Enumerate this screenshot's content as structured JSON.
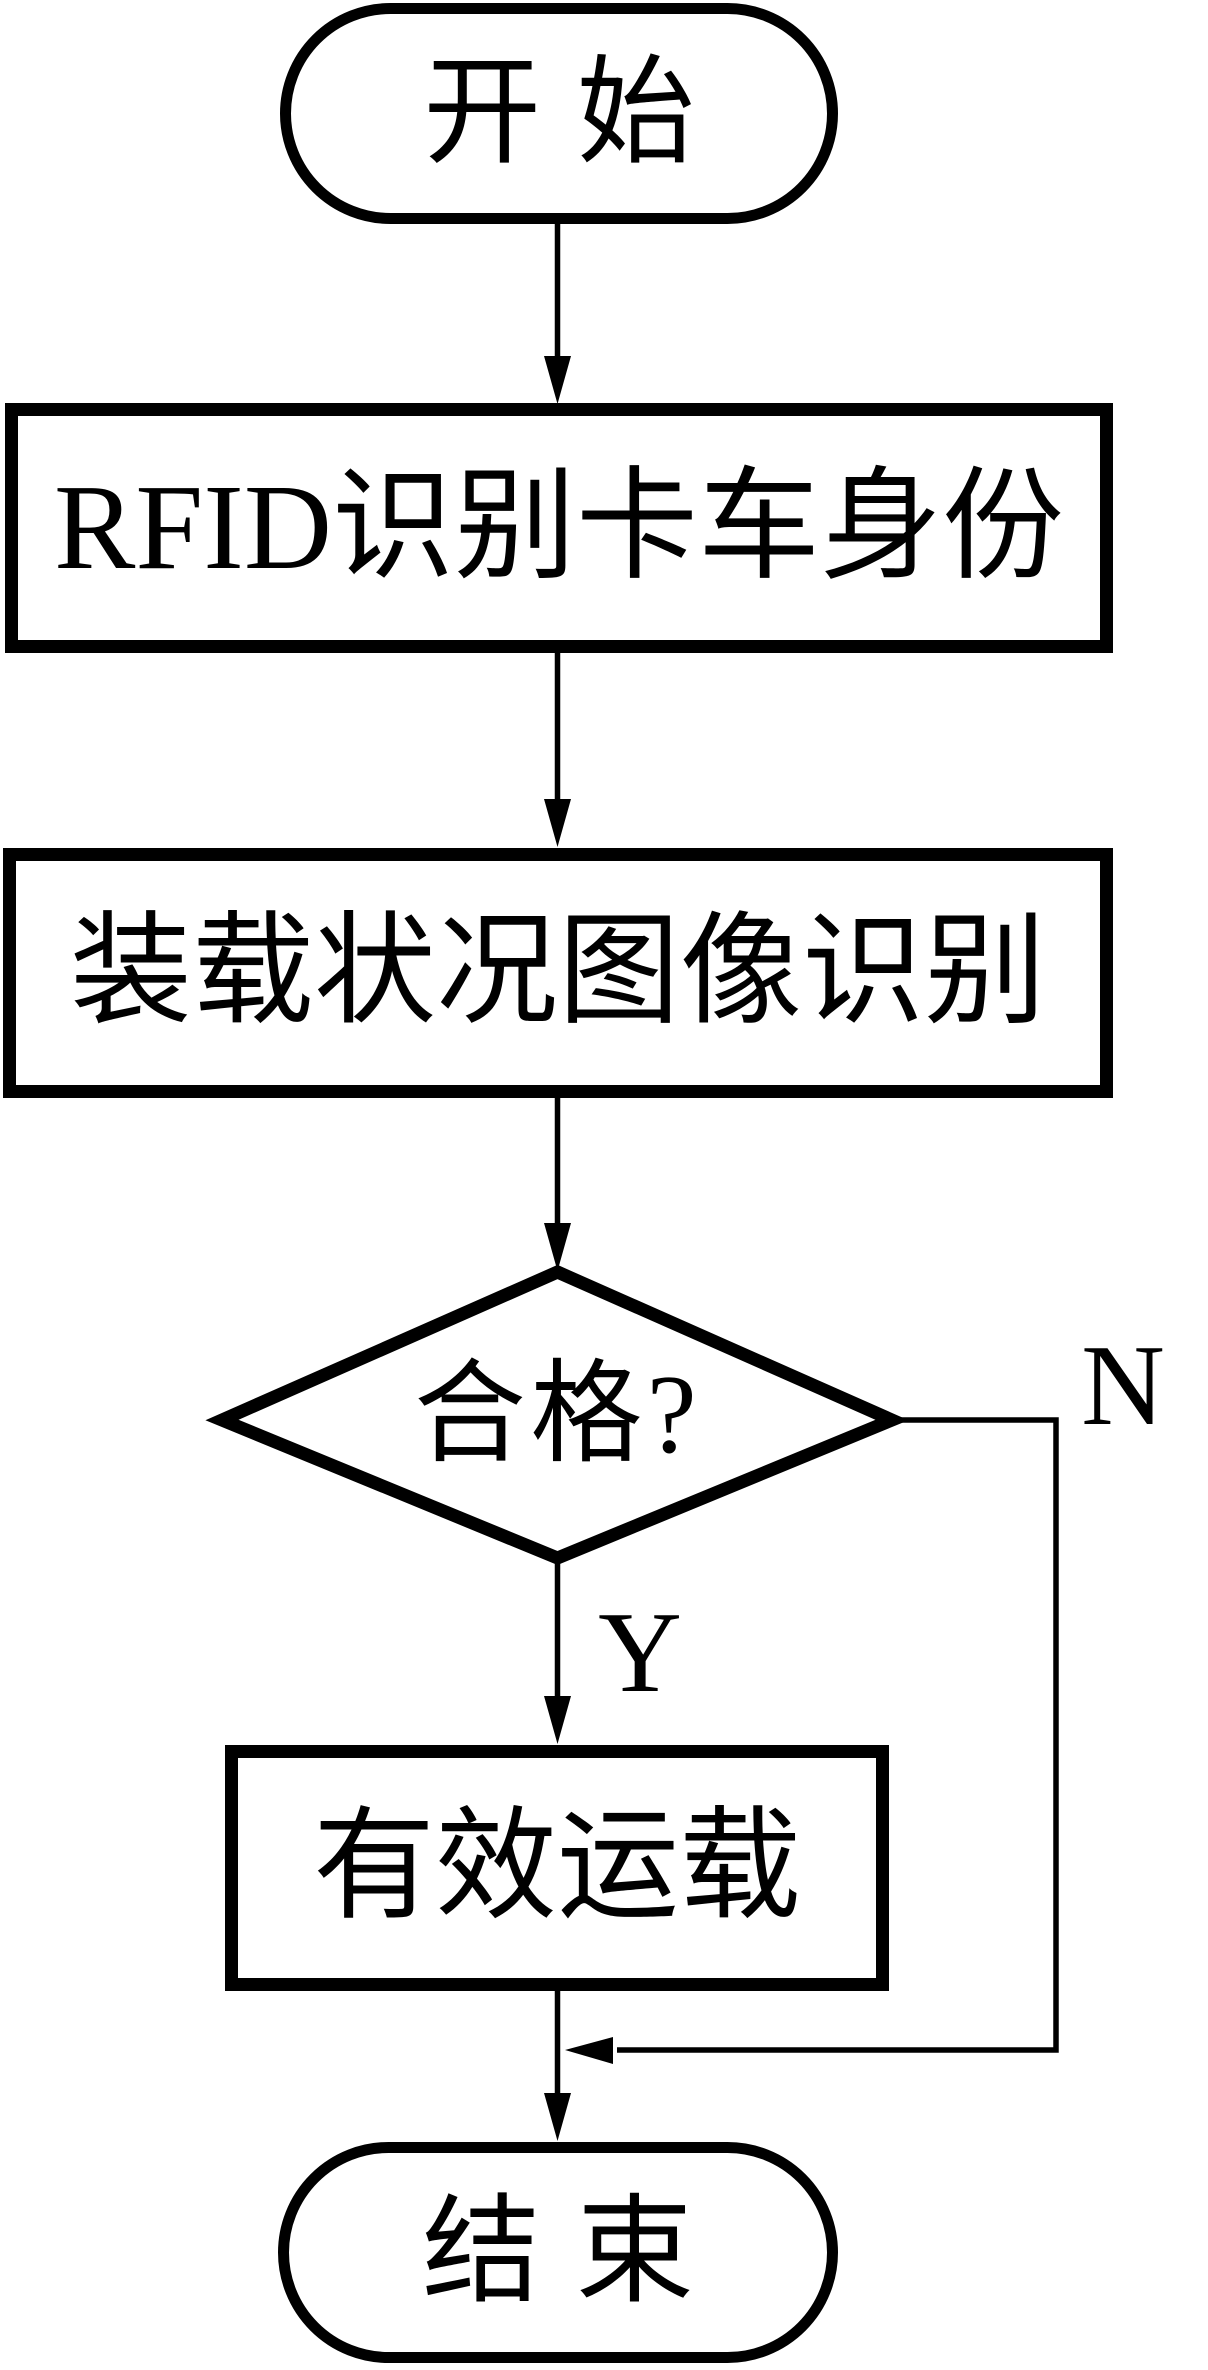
{
  "diagram": {
    "type": "flowchart",
    "background_color": "#ffffff",
    "line_color": "#000000",
    "text_color": "#000000",
    "nodes": [
      {
        "id": "start",
        "shape": "terminator",
        "label": "开始"
      },
      {
        "id": "rfid",
        "shape": "process",
        "label": "RFID识别卡车身份"
      },
      {
        "id": "image",
        "shape": "process",
        "label": "装载状况图像识别"
      },
      {
        "id": "decision",
        "shape": "decision",
        "label": "合格?"
      },
      {
        "id": "valid",
        "shape": "process",
        "label": "有效运载"
      },
      {
        "id": "end",
        "shape": "terminator",
        "label": "结束"
      }
    ],
    "branch_labels": {
      "yes": "Y",
      "no": "N"
    },
    "edges": [
      {
        "from": "start",
        "to": "rfid",
        "label": ""
      },
      {
        "from": "rfid",
        "to": "image",
        "label": ""
      },
      {
        "from": "image",
        "to": "decision",
        "label": ""
      },
      {
        "from": "decision",
        "to": "valid",
        "label": "Y"
      },
      {
        "from": "decision",
        "to": "end",
        "label": "N"
      },
      {
        "from": "valid",
        "to": "end",
        "label": ""
      }
    ]
  }
}
